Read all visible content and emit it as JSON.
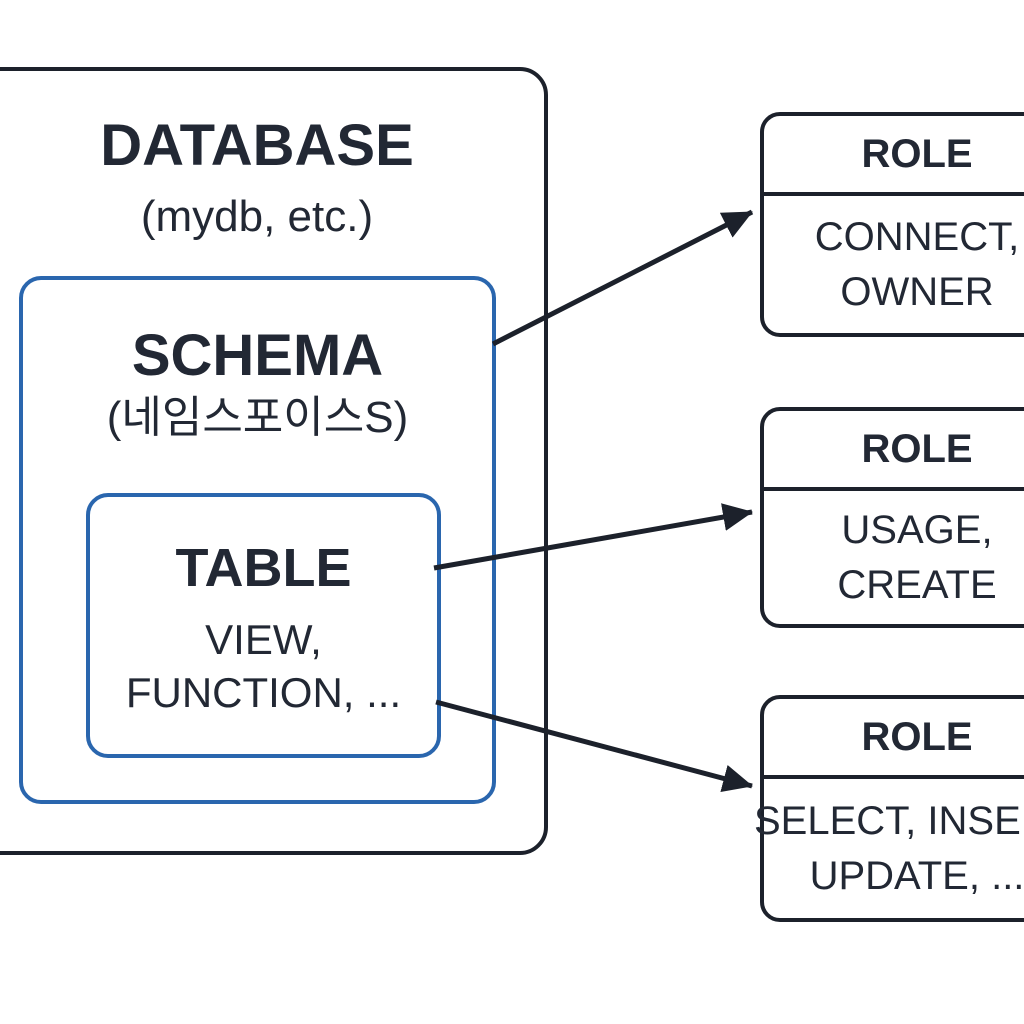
{
  "diagram": {
    "database": {
      "title": "DATABASE",
      "subtitle": "(mydb, etc.)"
    },
    "schema": {
      "title": "SCHEMA",
      "subtitle": "(네임스포이스S)"
    },
    "table": {
      "title": "TABLE",
      "items": "VIEW,\nFUNCTION, ..."
    },
    "roles": [
      {
        "title": "ROLE",
        "privileges": "CONNECT,\nOWNER"
      },
      {
        "title": "ROLE",
        "privileges": "USAGE,\nCREATE"
      },
      {
        "title": "ROLE",
        "privileges": "SELECT, INSERT,\nUPDATE, ..."
      }
    ],
    "arrows": [
      {
        "from": "schema-box",
        "to": "role-1"
      },
      {
        "from": "table-box",
        "to": "role-2"
      },
      {
        "from": "table-box",
        "to": "role-3"
      }
    ],
    "colors": {
      "outline": "#1c212b",
      "accent_blue": "#2a66ae",
      "text": "#222834",
      "background": "#ffffff"
    }
  }
}
